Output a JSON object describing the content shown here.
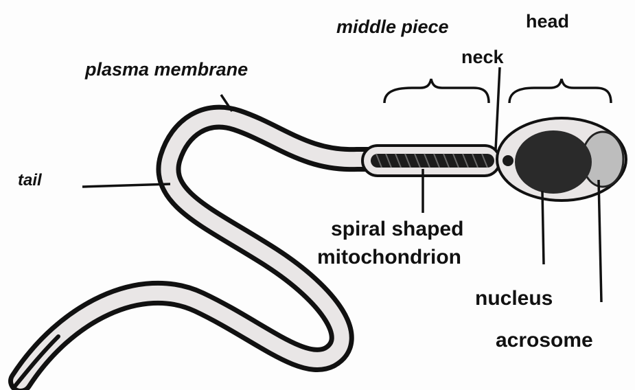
{
  "diagram": {
    "labels": {
      "middle_piece": "middle piece",
      "head": "head",
      "neck": "neck",
      "plasma_membrane": "plasma membrane",
      "tail": "tail",
      "spiral_line1": "spiral shaped",
      "spiral_line2": "mitochondrion",
      "nucleus": "nucleus",
      "acrosome": "acrosome"
    },
    "colors": {
      "outline": "#111111",
      "membrane_fill": "#e9e6e6",
      "nucleus_fill": "#2a2a2a",
      "acrosome_fill": "#bdbdbd",
      "background": "#fdfdfd"
    }
  }
}
